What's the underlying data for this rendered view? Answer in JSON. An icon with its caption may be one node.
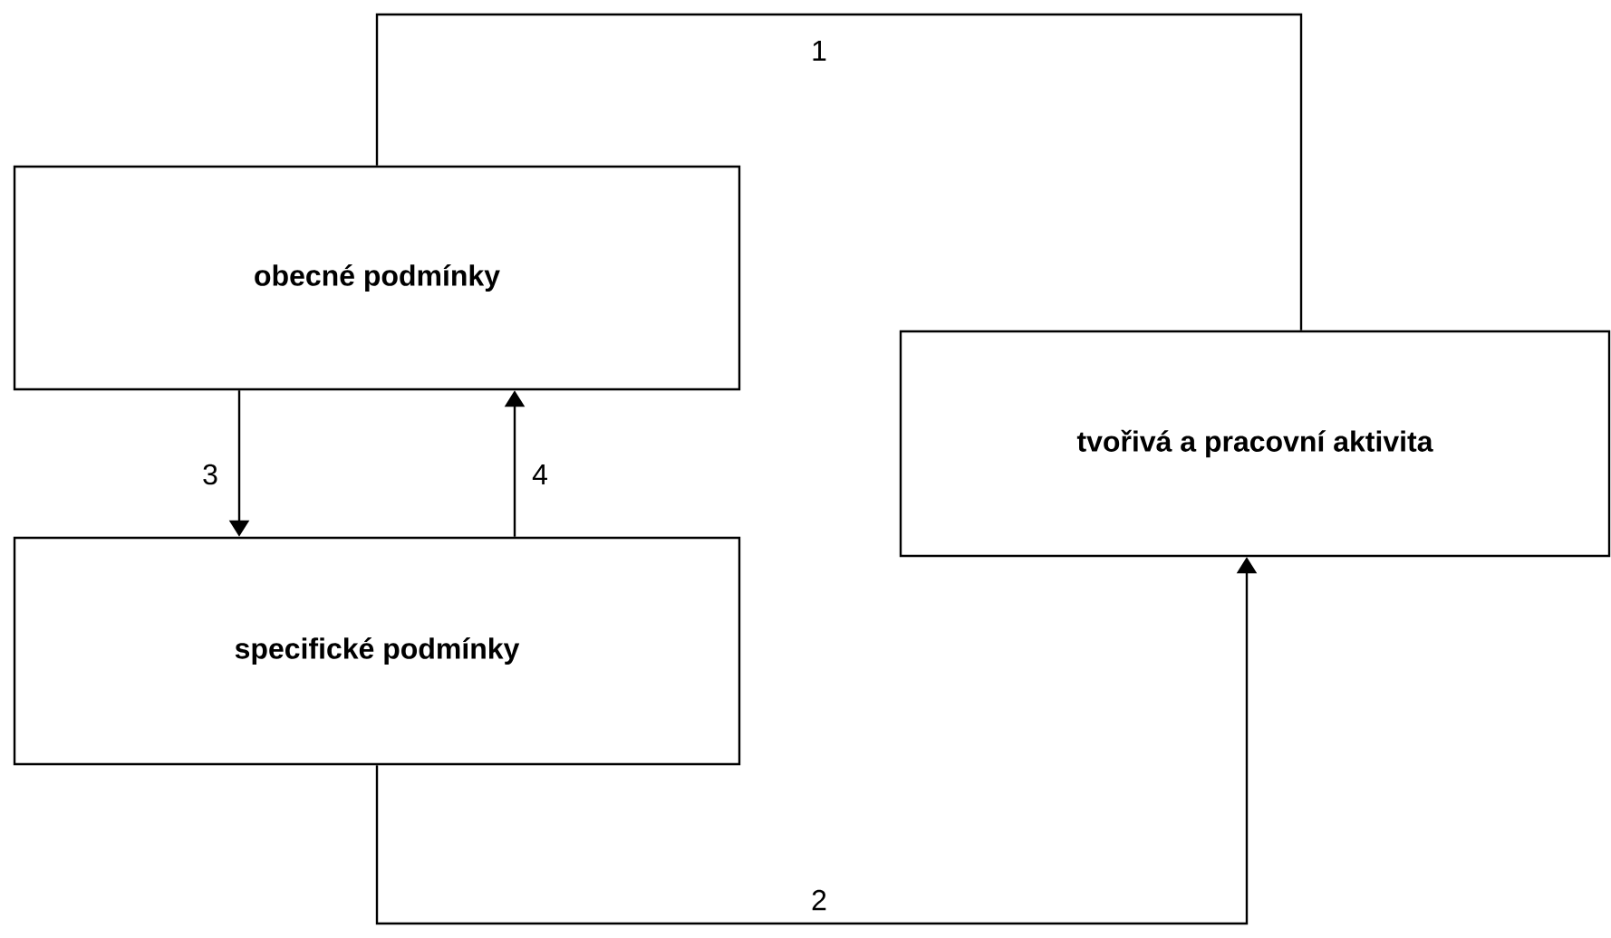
{
  "diagram": {
    "nodes": [
      {
        "text": [
          "obecné podmínky"
        ]
      },
      {
        "text": [
          "tvořivá a pracovní aktivita"
        ]
      },
      {
        "text": [
          "specifické podmínky"
        ]
      }
    ],
    "edges": [
      {
        "from": 0,
        "to": 1,
        "arrow": "none",
        "label": "1"
      },
      {
        "from": 2,
        "to": 1,
        "arrow": "to",
        "label": "2"
      },
      {
        "from": 0,
        "to": 2,
        "arrow": "to",
        "label": "3"
      },
      {
        "from": 2,
        "to": 0,
        "arrow": "to",
        "label": "4"
      }
    ]
  }
}
